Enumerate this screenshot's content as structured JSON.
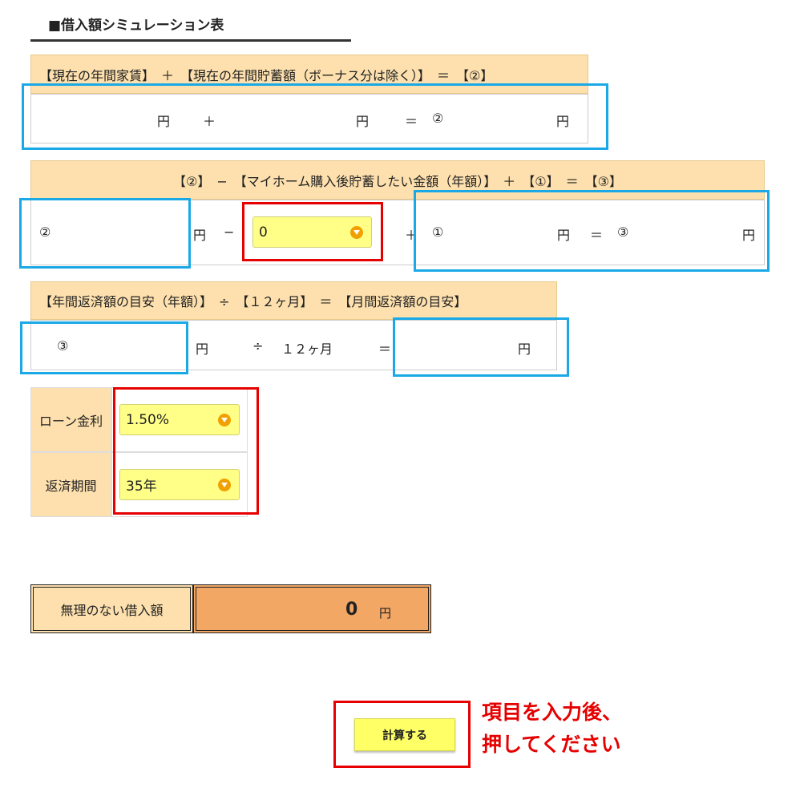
{
  "title": "■借入額シミュレーション表",
  "s1": {
    "header": "【現在の年間家賃】　＋　【現在の年間貯蓄額（ボーナス分は除く）】　＝　【②】",
    "yen_a": "円",
    "plus": "＋",
    "yen_b": "円",
    "eq": "＝",
    "circ2": "②",
    "yen_c": "円"
  },
  "s2": {
    "header": "【②】　−　【マイホーム購入後貯蓄したい金額（年額）】　＋　【①】　＝　【③】",
    "circ2": "②",
    "yen_a": "円",
    "minus": "−",
    "select_value": "0",
    "plus": "＋",
    "circ1": "①",
    "yen_b": "円",
    "eq": "＝",
    "circ3": "③",
    "yen_c": "円"
  },
  "s3": {
    "header": "【年間返済額の目安（年額）】　÷　【１２ヶ月】　＝　【月間返済額の目安】",
    "circ3": "③",
    "yen_a": "円",
    "div": "÷",
    "months": "１２ヶ月",
    "eq": "＝",
    "yen_b": "円"
  },
  "loan": {
    "rate_label": "ローン金利",
    "rate_value": "1.50%",
    "period_label": "返済期間",
    "period_value": "35年"
  },
  "result": {
    "label": "無理のない借入額",
    "value": "0",
    "unit": "円"
  },
  "calc": {
    "button": "計算する",
    "note_line1": "項目を入力後、",
    "note_line2": "押してください"
  },
  "colors": {
    "header_bg": "#fde0ad",
    "select_bg": "#ffff88",
    "result_bg": "#f3a765",
    "highlight_blue": "#1aa9e6",
    "highlight_red": "#e60000"
  }
}
